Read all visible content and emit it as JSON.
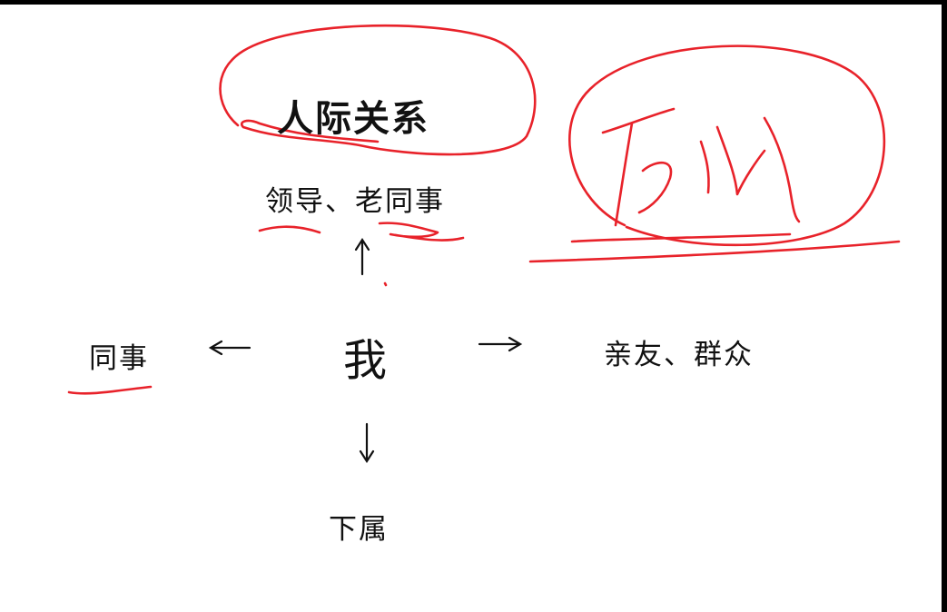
{
  "diagram": {
    "title": "人际关系",
    "center": "我",
    "up": "领导、老同事",
    "left": "同事",
    "right": "亲友、群众",
    "down": "下属"
  },
  "colors": {
    "ink": "#111111",
    "annotation_red": "#e8222a",
    "frame": "#000000"
  }
}
